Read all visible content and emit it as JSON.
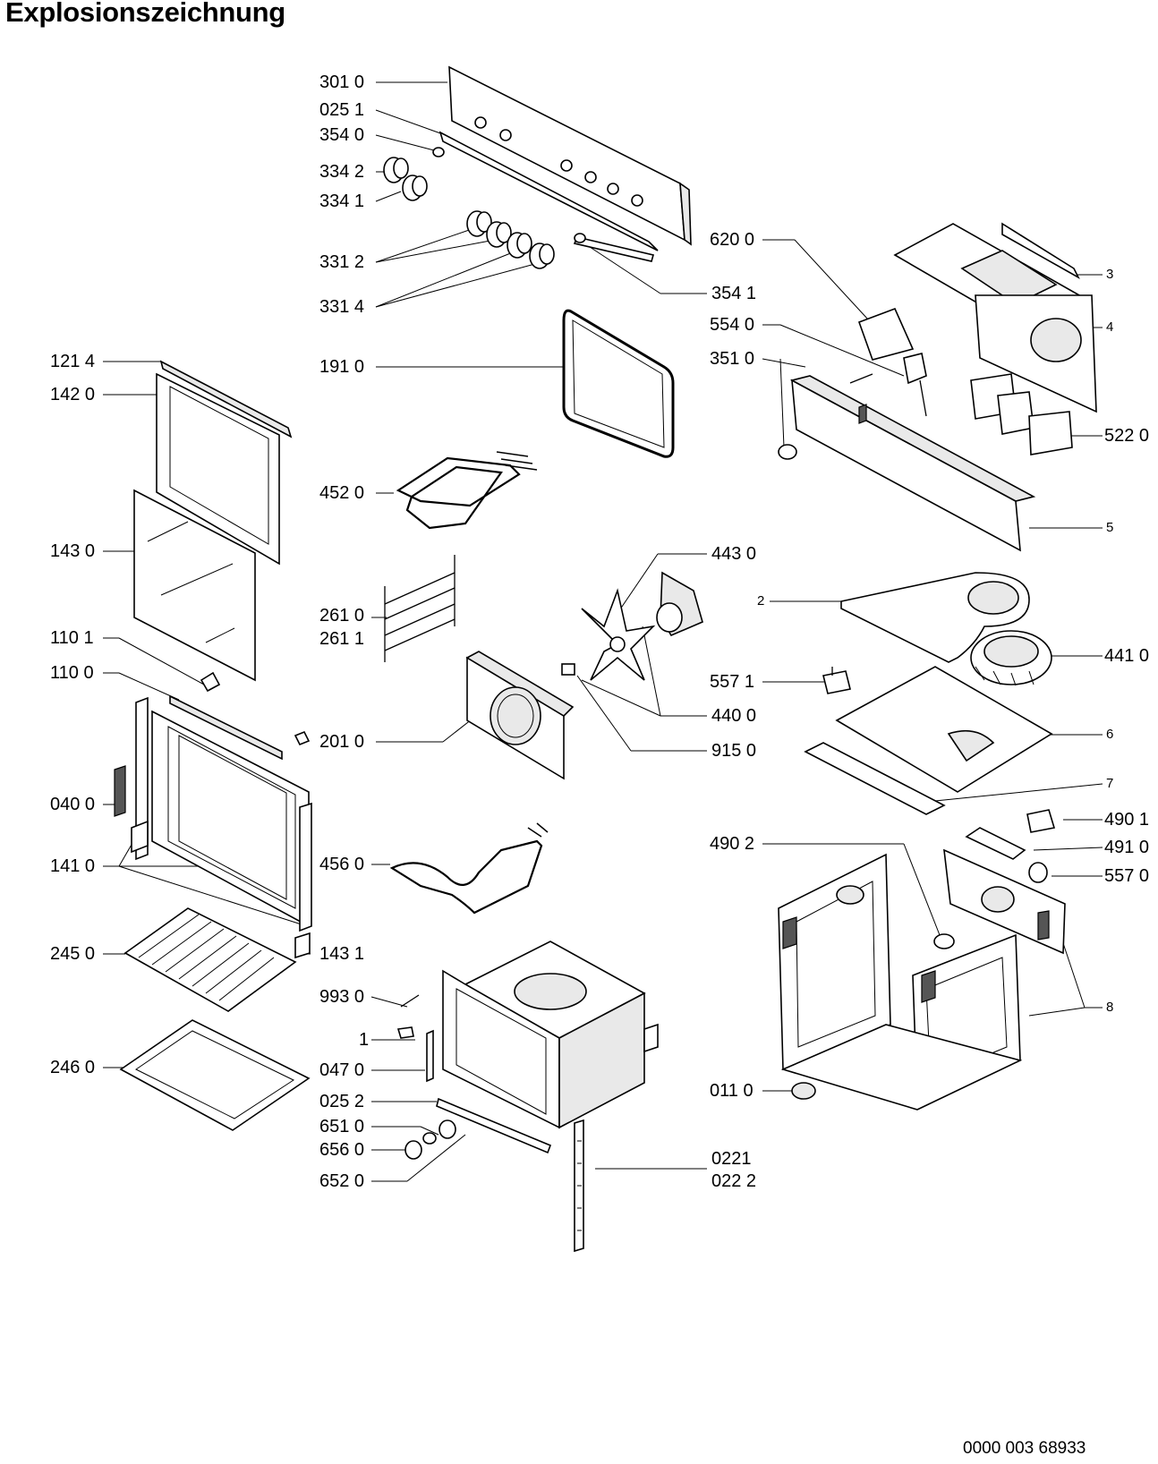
{
  "title": "Explosionszeichnung",
  "document_number": "0000 003 68933",
  "part_labels": {
    "p3010": "301 0",
    "p0251": "025 1",
    "p3540": "354 0",
    "p3342": "334 2",
    "p3341": "334 1",
    "p3312": "331 2",
    "p3314": "331 4",
    "p3541": "354 1",
    "p6200": "620 0",
    "p5540": "554 0",
    "p3510": "351 0",
    "p1214": "121 4",
    "p1420": "142 0",
    "p1910": "191 0",
    "p4520": "452 0",
    "p1430": "143 0",
    "p2610": "261 0",
    "p2611": "261 1",
    "p4430": "443 0",
    "p1101": "110 1",
    "p1100": "110 0",
    "p2010": "201 0",
    "p5571": "557 1",
    "p4400": "440 0",
    "p9150": "915 0",
    "p0400": "040 0",
    "p1410": "141 0",
    "p4560": "456 0",
    "p4902": "490 2",
    "p2450": "245 0",
    "p1431": "143 1",
    "p9930": "993 0",
    "p1": "1",
    "p0470": "047 0",
    "p2460": "246 0",
    "p0252": "025 2",
    "p6510": "651 0",
    "p6560": "656 0",
    "p6520": "652 0",
    "p0221": "0221",
    "p0222": "022 2",
    "p0110": "011 0",
    "p5220": "522 0",
    "p4410": "441 0",
    "p4901": "490 1",
    "p4910": "491 0",
    "p5570": "557 0",
    "n3": "3",
    "n4": "4",
    "n5": "5",
    "n2": "2",
    "n6": "6",
    "n7": "7",
    "n8": "8"
  }
}
